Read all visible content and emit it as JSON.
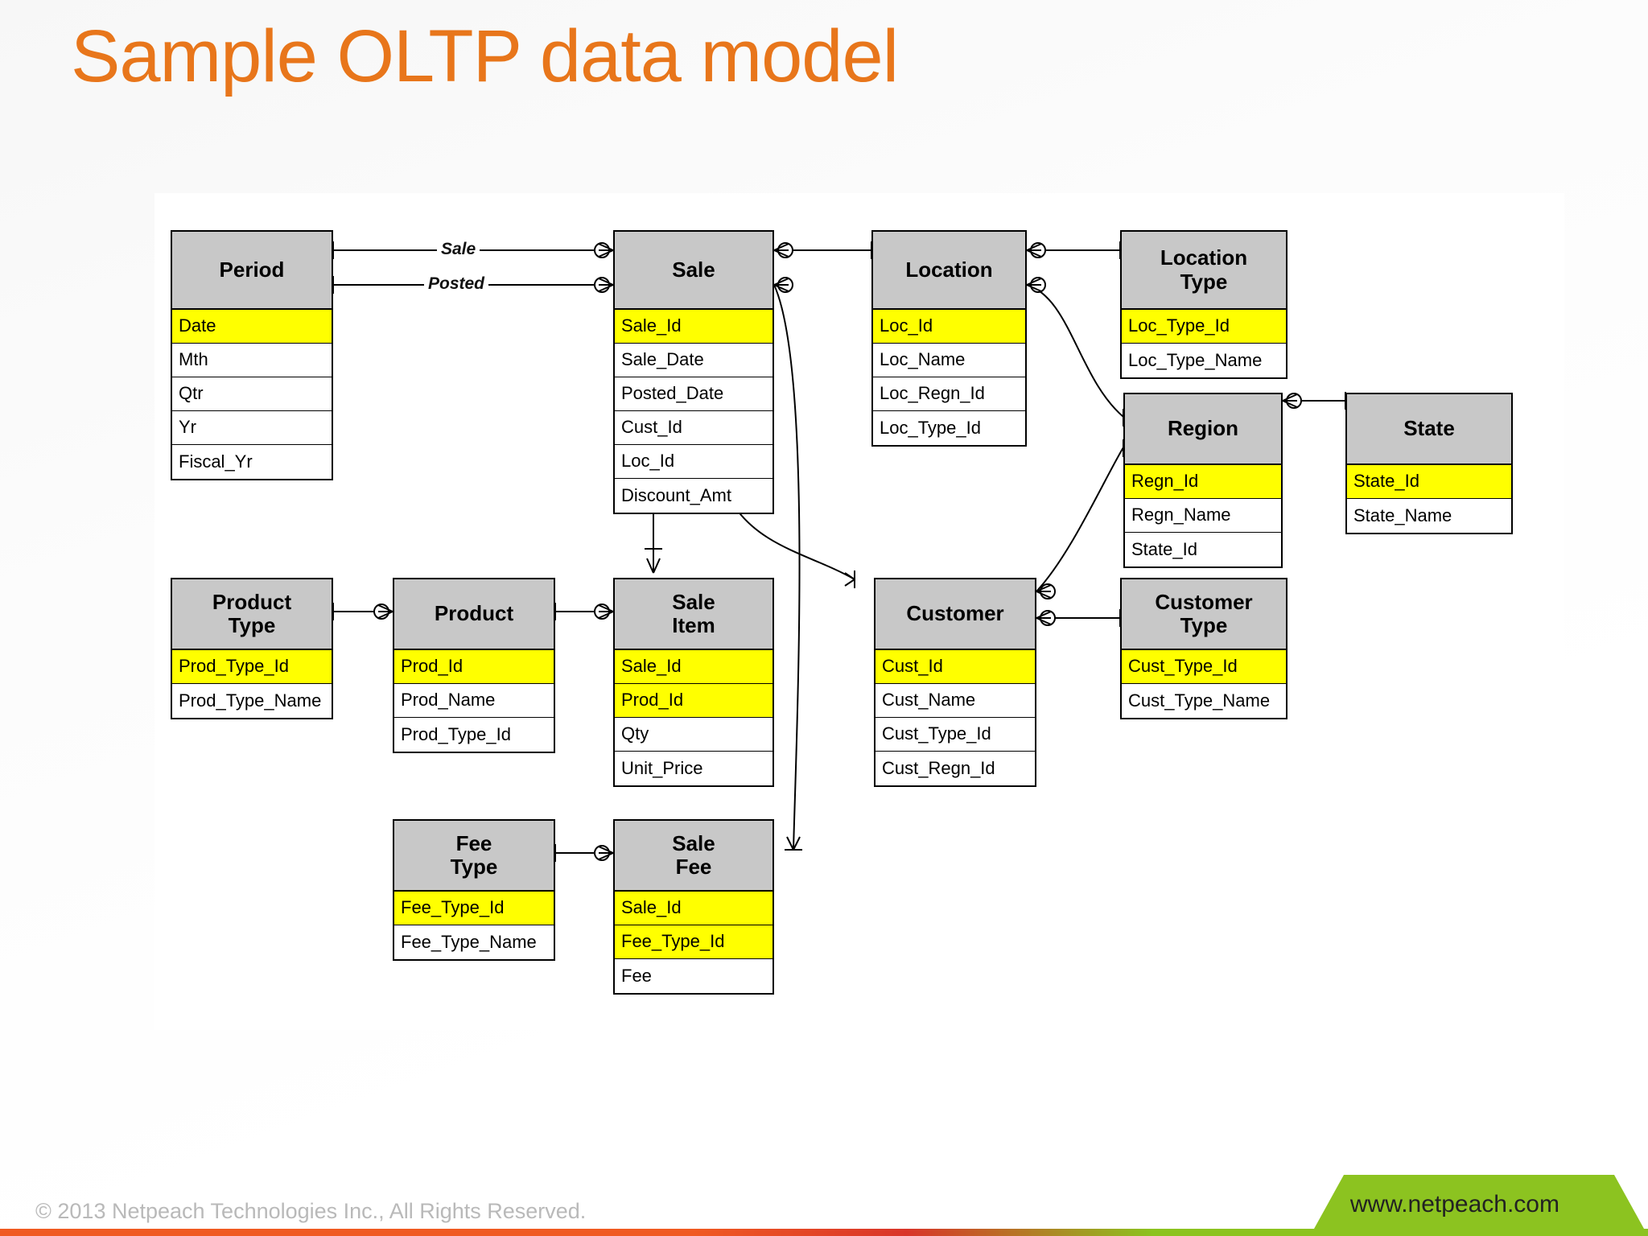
{
  "slide": {
    "title": "Sample OLTP data model",
    "title_color": "#E8761B",
    "pk_color": "#FFFF00",
    "header_color": "#C8C8C8"
  },
  "footer": {
    "copyright": "© 2013 Netpeach Technologies Inc., All Rights Reserved.",
    "website": "www.netpeach.com"
  },
  "relationship_labels": [
    {
      "text": "Sale"
    },
    {
      "text": "Posted"
    }
  ],
  "entities": [
    {
      "name": "Period",
      "attributes": [
        {
          "name": "Date",
          "pk": true
        },
        {
          "name": "Mth",
          "pk": false
        },
        {
          "name": "Qtr",
          "pk": false
        },
        {
          "name": "Yr",
          "pk": false
        },
        {
          "name": "Fiscal_Yr",
          "pk": false
        }
      ]
    },
    {
      "name": "Sale",
      "attributes": [
        {
          "name": "Sale_Id",
          "pk": true
        },
        {
          "name": "Sale_Date",
          "pk": false
        },
        {
          "name": "Posted_Date",
          "pk": false
        },
        {
          "name": "Cust_Id",
          "pk": false
        },
        {
          "name": "Loc_Id",
          "pk": false
        },
        {
          "name": "Discount_Amt",
          "pk": false
        }
      ]
    },
    {
      "name": "Location",
      "attributes": [
        {
          "name": "Loc_Id",
          "pk": true
        },
        {
          "name": "Loc_Name",
          "pk": false
        },
        {
          "name": "Loc_Regn_Id",
          "pk": false
        },
        {
          "name": "Loc_Type_Id",
          "pk": false
        }
      ]
    },
    {
      "name": "Location\nType",
      "attributes": [
        {
          "name": "Loc_Type_Id",
          "pk": true
        },
        {
          "name": "Loc_Type_Name",
          "pk": false
        }
      ]
    },
    {
      "name": "Region",
      "attributes": [
        {
          "name": "Regn_Id",
          "pk": true
        },
        {
          "name": "Regn_Name",
          "pk": false
        },
        {
          "name": "State_Id",
          "pk": false
        }
      ]
    },
    {
      "name": "State",
      "attributes": [
        {
          "name": "State_Id",
          "pk": true
        },
        {
          "name": "State_Name",
          "pk": false
        }
      ]
    },
    {
      "name": "Product\nType",
      "attributes": [
        {
          "name": "Prod_Type_Id",
          "pk": true
        },
        {
          "name": "Prod_Type_Name",
          "pk": false
        }
      ]
    },
    {
      "name": "Product",
      "attributes": [
        {
          "name": "Prod_Id",
          "pk": true
        },
        {
          "name": "Prod_Name",
          "pk": false
        },
        {
          "name": "Prod_Type_Id",
          "pk": false
        }
      ]
    },
    {
      "name": "Sale\nItem",
      "attributes": [
        {
          "name": "Sale_Id",
          "pk": true
        },
        {
          "name": "Prod_Id",
          "pk": true
        },
        {
          "name": "Qty",
          "pk": false
        },
        {
          "name": "Unit_Price",
          "pk": false
        }
      ]
    },
    {
      "name": "Customer",
      "attributes": [
        {
          "name": "Cust_Id",
          "pk": true
        },
        {
          "name": "Cust_Name",
          "pk": false
        },
        {
          "name": "Cust_Type_Id",
          "pk": false
        },
        {
          "name": "Cust_Regn_Id",
          "pk": false
        }
      ]
    },
    {
      "name": "Customer\nType",
      "attributes": [
        {
          "name": "Cust_Type_Id",
          "pk": true
        },
        {
          "name": "Cust_Type_Name",
          "pk": false
        }
      ]
    },
    {
      "name": "Fee\nType",
      "attributes": [
        {
          "name": "Fee_Type_Id",
          "pk": true
        },
        {
          "name": "Fee_Type_Name",
          "pk": false
        }
      ]
    },
    {
      "name": "Sale\nFee",
      "attributes": [
        {
          "name": "Sale_Id",
          "pk": true
        },
        {
          "name": "Fee_Type_Id",
          "pk": true
        },
        {
          "name": "Fee",
          "pk": false
        }
      ]
    }
  ]
}
